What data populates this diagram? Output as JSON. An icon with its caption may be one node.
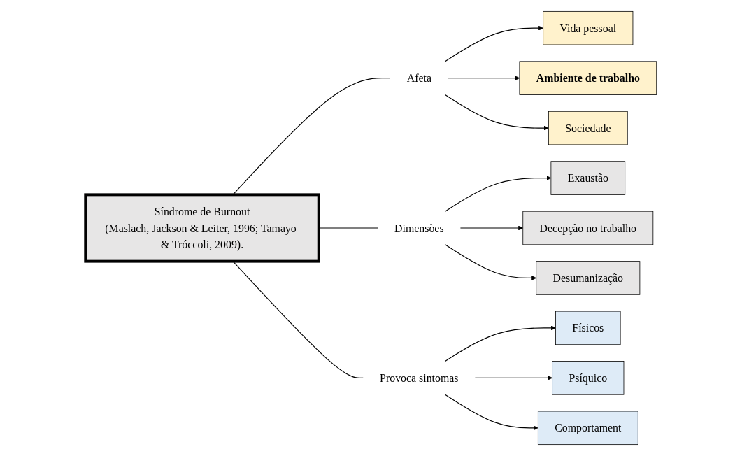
{
  "diagram": {
    "nodes": [
      {
        "text": [
          "Síndrome de Burnout",
          "(Maslach, Jackson & Leiter, 1996; Tamayo & Tróccoli, 2009)."
        ]
      },
      {
        "text": [
          "Afeta"
        ]
      },
      {
        "text": [
          "Vida pessoal"
        ]
      },
      {
        "text": [
          "Ambiente de trabalho"
        ]
      },
      {
        "text": [
          "Sociedade"
        ]
      },
      {
        "text": [
          "Dimensões"
        ]
      },
      {
        "text": [
          "Exaustão"
        ]
      },
      {
        "text": [
          "Decepção no trabalho"
        ]
      },
      {
        "text": [
          "Desumanização"
        ]
      },
      {
        "text": [
          "Provoca sintomas"
        ]
      },
      {
        "text": [
          "Físicos"
        ]
      },
      {
        "text": [
          "Psíquico"
        ]
      },
      {
        "text": [
          "Comportament"
        ]
      }
    ],
    "edges": [
      {
        "from": 0,
        "to": 1,
        "arrow": "none"
      },
      {
        "from": 1,
        "to": 2,
        "arrow": "to"
      },
      {
        "from": 1,
        "to": 3,
        "arrow": "to"
      },
      {
        "from": 1,
        "to": 4,
        "arrow": "to"
      },
      {
        "from": 0,
        "to": 5,
        "arrow": "none"
      },
      {
        "from": 5,
        "to": 6,
        "arrow": "to"
      },
      {
        "from": 5,
        "to": 7,
        "arrow": "to"
      },
      {
        "from": 5,
        "to": 8,
        "arrow": "to"
      },
      {
        "from": 0,
        "to": 9,
        "arrow": "none"
      },
      {
        "from": 9,
        "to": 10,
        "arrow": "to"
      },
      {
        "from": 9,
        "to": 11,
        "arrow": "to"
      },
      {
        "from": 9,
        "to": 12,
        "arrow": "to"
      }
    ]
  }
}
